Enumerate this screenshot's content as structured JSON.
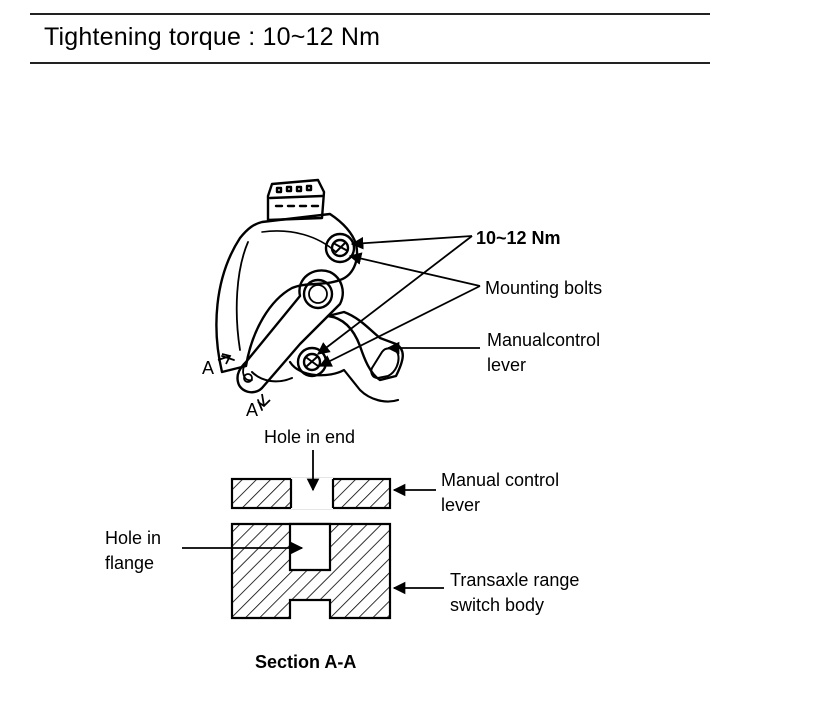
{
  "header": {
    "title": "Tightening torque : 10~12 Nm"
  },
  "diagram": {
    "torque_callout": "10~12 Nm",
    "mounting_bolts": "Mounting bolts",
    "manual_control_lever": [
      "Manualcontrol",
      "lever"
    ],
    "section_marker_a1": "A",
    "section_marker_a2": "A"
  },
  "section": {
    "hole_in_end": "Hole in end",
    "lever_label": [
      "Manual control",
      "lever"
    ],
    "hole_in_flange": [
      "Hole in",
      "flange"
    ],
    "switch_body": [
      "Transaxle range",
      "switch body"
    ],
    "caption": "Section A-A"
  }
}
